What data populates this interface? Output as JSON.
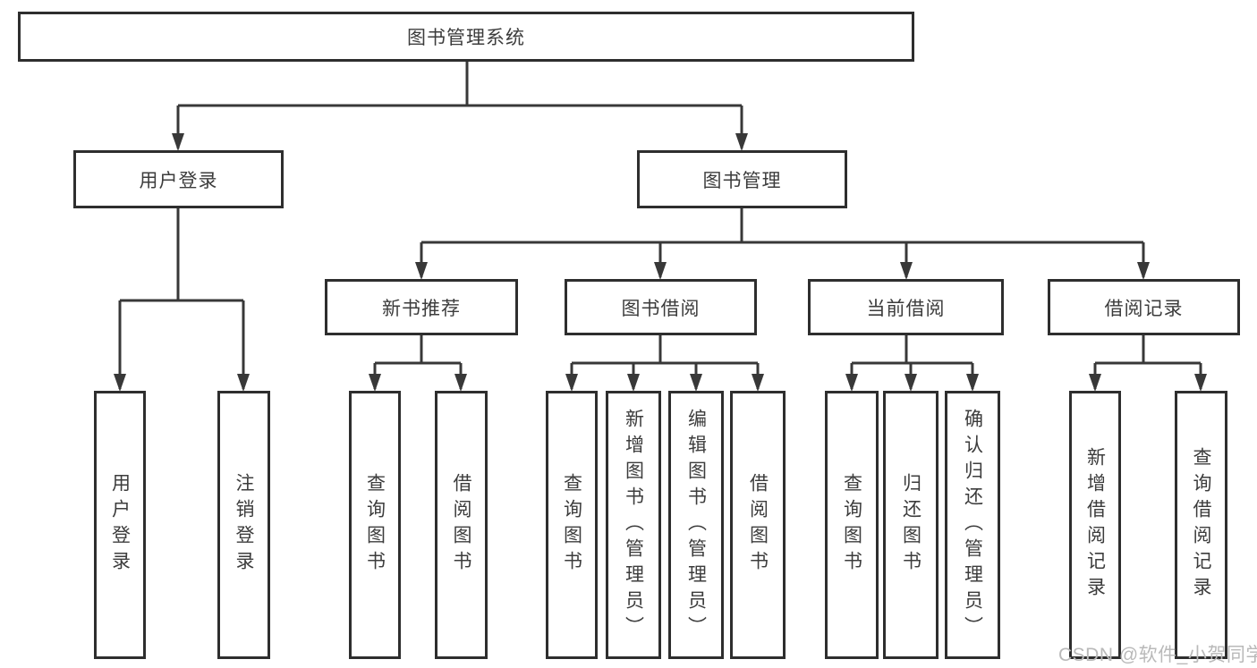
{
  "diagram": {
    "title_node": {
      "label": "图书管理系统"
    },
    "level2": [
      {
        "label": "用户登录"
      },
      {
        "label": "图书管理"
      }
    ],
    "level3": [
      {
        "label": "新书推荐"
      },
      {
        "label": "图书借阅"
      },
      {
        "label": "当前借阅"
      },
      {
        "label": "借阅记录"
      }
    ],
    "leaves": [
      {
        "label": "用户登录",
        "parent": "用户登录"
      },
      {
        "label": "注销登录",
        "parent": "用户登录"
      },
      {
        "label": "查询图书",
        "parent": "新书推荐"
      },
      {
        "label": "借阅图书",
        "parent": "新书推荐"
      },
      {
        "label": "查询图书",
        "parent": "图书借阅"
      },
      {
        "label": "新增图书（管理员）",
        "parent": "图书借阅"
      },
      {
        "label": "编辑图书（管理员）",
        "parent": "图书借阅"
      },
      {
        "label": "借阅图书",
        "parent": "图书借阅"
      },
      {
        "label": "查询图书",
        "parent": "当前借阅"
      },
      {
        "label": "归还图书",
        "parent": "当前借阅"
      },
      {
        "label": "确认归还（管理员）",
        "parent": "当前借阅"
      },
      {
        "label": "新增借阅记录",
        "parent": "借阅记录"
      },
      {
        "label": "查询借阅记录",
        "parent": "借阅记录"
      }
    ],
    "watermark": "CSDN @软件_小贺同学",
    "colors": {
      "line": "#383838",
      "border": "#2e2e2e",
      "text": "#3c3c3c",
      "watermark": "#b9b9b9",
      "background": "#ffffff"
    }
  }
}
